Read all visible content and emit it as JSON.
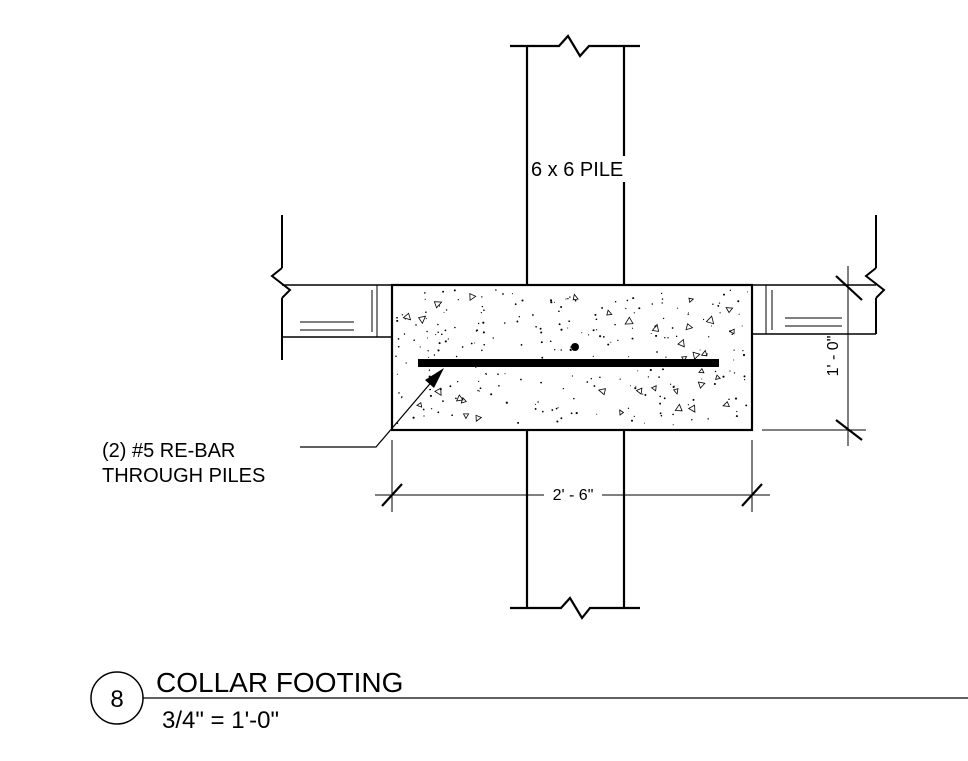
{
  "labels": {
    "pile": "6 x 6 PILE",
    "rebar_line1": "(2) #5  RE-BAR",
    "rebar_line2": "THROUGH PILES",
    "width_dim": "2' - 6\"",
    "height_dim": "1' - 0\""
  },
  "title_block": {
    "detail_number": "8",
    "title": "COLLAR FOOTING",
    "scale": "3/4\" = 1'-0\""
  },
  "colors": {
    "ink": "#000000",
    "background": "#ffffff"
  }
}
